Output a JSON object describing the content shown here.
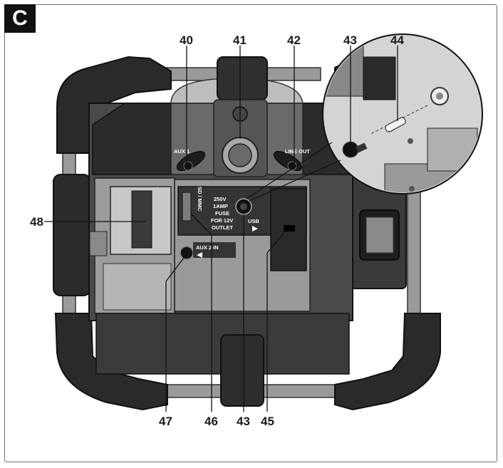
{
  "figure": {
    "badge": "C"
  },
  "callouts": {
    "n40": "40",
    "n41": "41",
    "n42": "42",
    "n43_top": "43",
    "n44": "44",
    "n48": "48",
    "n47": "47",
    "n46": "46",
    "n43_bottom": "43",
    "n45": "45"
  },
  "panel_labels": {
    "aux_out_left": "AUX 1",
    "line_out": "LINE OUT",
    "sd_mmc": "SD / MMC",
    "fuse_1": "250V",
    "fuse_2": "1AMP",
    "fuse_3": "FUSE",
    "fuse_4": "FOR 12V",
    "fuse_5": "OUTLET",
    "usb": "USB",
    "aux2_in": "AUX 2 IN"
  }
}
